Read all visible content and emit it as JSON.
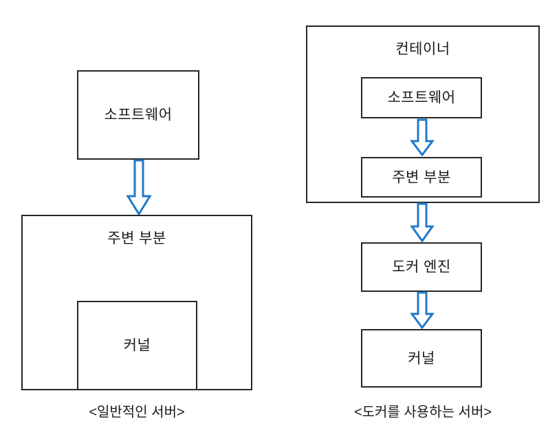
{
  "diagram": {
    "title_left": "<일반적인 서버>",
    "title_right": "<도커를 사용하는 서버>",
    "accent_color": "#2079C8",
    "line_color": "#262626",
    "background_color": "#FFFFFF",
    "left_panel": {
      "caption": "<일반적인 서버>",
      "boxes": {
        "software": "소프트웨어",
        "peripheral": "주변 부분",
        "kernel": "커널"
      },
      "arrows": [
        {
          "from": "software",
          "to": "peripheral",
          "direction": "down",
          "style": "hollow-block-arrow"
        }
      ]
    },
    "right_panel": {
      "caption": "<도커를 사용하는 서버>",
      "boxes": {
        "container": "컨테이너",
        "software": "소프트웨어",
        "peripheral": "주변 부분",
        "docker_engine": "도커 엔진",
        "kernel": "커널"
      },
      "arrows": [
        {
          "from": "software",
          "to": "peripheral",
          "direction": "down",
          "style": "hollow-block-arrow"
        },
        {
          "from": "container",
          "to": "docker_engine",
          "direction": "down",
          "style": "hollow-block-arrow"
        },
        {
          "from": "docker_engine",
          "to": "kernel",
          "direction": "down",
          "style": "hollow-block-arrow"
        }
      ]
    }
  }
}
